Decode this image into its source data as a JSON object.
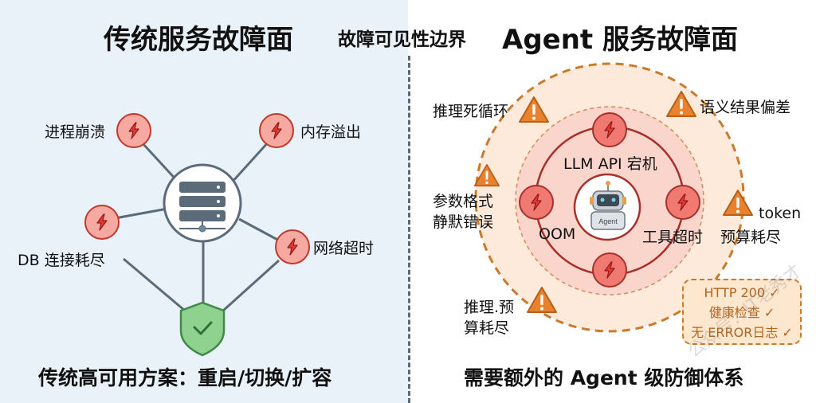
{
  "titles": {
    "left": "传统服务故障面",
    "boundary": "故障可见性边界",
    "right": "Agent 服务故障面"
  },
  "traditional": {
    "center_icon": "server-icon",
    "failures": [
      {
        "label": "进程崩溃",
        "icon": "lightning-icon"
      },
      {
        "label": "内存溢出",
        "icon": "lightning-icon"
      },
      {
        "label": "DB 连接耗尽",
        "icon": "lightning-icon"
      },
      {
        "label": "网络超时",
        "icon": "lightning-icon"
      }
    ],
    "shield_icon": "shield-check-icon",
    "footer": "传统高可用方案：重启/切换/扩容"
  },
  "agent": {
    "center_icon": "robot-icon",
    "center_label": "Agent",
    "inner_failures": [
      {
        "label": "LLM API 宕机",
        "icon": "lightning-icon"
      },
      {
        "label": "OOM",
        "icon": "lightning-icon"
      },
      {
        "label": "工具超时",
        "icon": "lightning-icon"
      },
      {
        "label": "",
        "icon": "lightning-icon"
      }
    ],
    "outer_failures": [
      {
        "label": "推理死循环",
        "icon": "warning-icon"
      },
      {
        "label": "语义结果偏差",
        "icon": "warning-icon"
      },
      {
        "label_line1": "参数格式",
        "label_line2": "静默错误",
        "icon": "warning-icon"
      },
      {
        "label_line1": "token",
        "label_line2": "预算耗尽",
        "icon": "warning-icon"
      },
      {
        "label_line1": "推理.预",
        "label_line2": "算耗尽",
        "icon": "warning-icon"
      }
    ],
    "status_checks": [
      "HTTP 200 ✓",
      "健康检查 ✓",
      "无 ERROR日志 ✓"
    ],
    "footer": "需要额外的 Agent 级防御体系"
  },
  "watermark": "公众号：IT老秀才",
  "colors": {
    "left_bg": "#e9f1f9",
    "lightning_fill": "#f28b82",
    "lightning_stroke": "#c0392b",
    "warning_fill": "#e8822e",
    "outer_ring": "#fde9d6",
    "inner_ring": "#f8d3cc",
    "shield_fill": "#8fd18f",
    "server_color": "#5b6b7a"
  }
}
